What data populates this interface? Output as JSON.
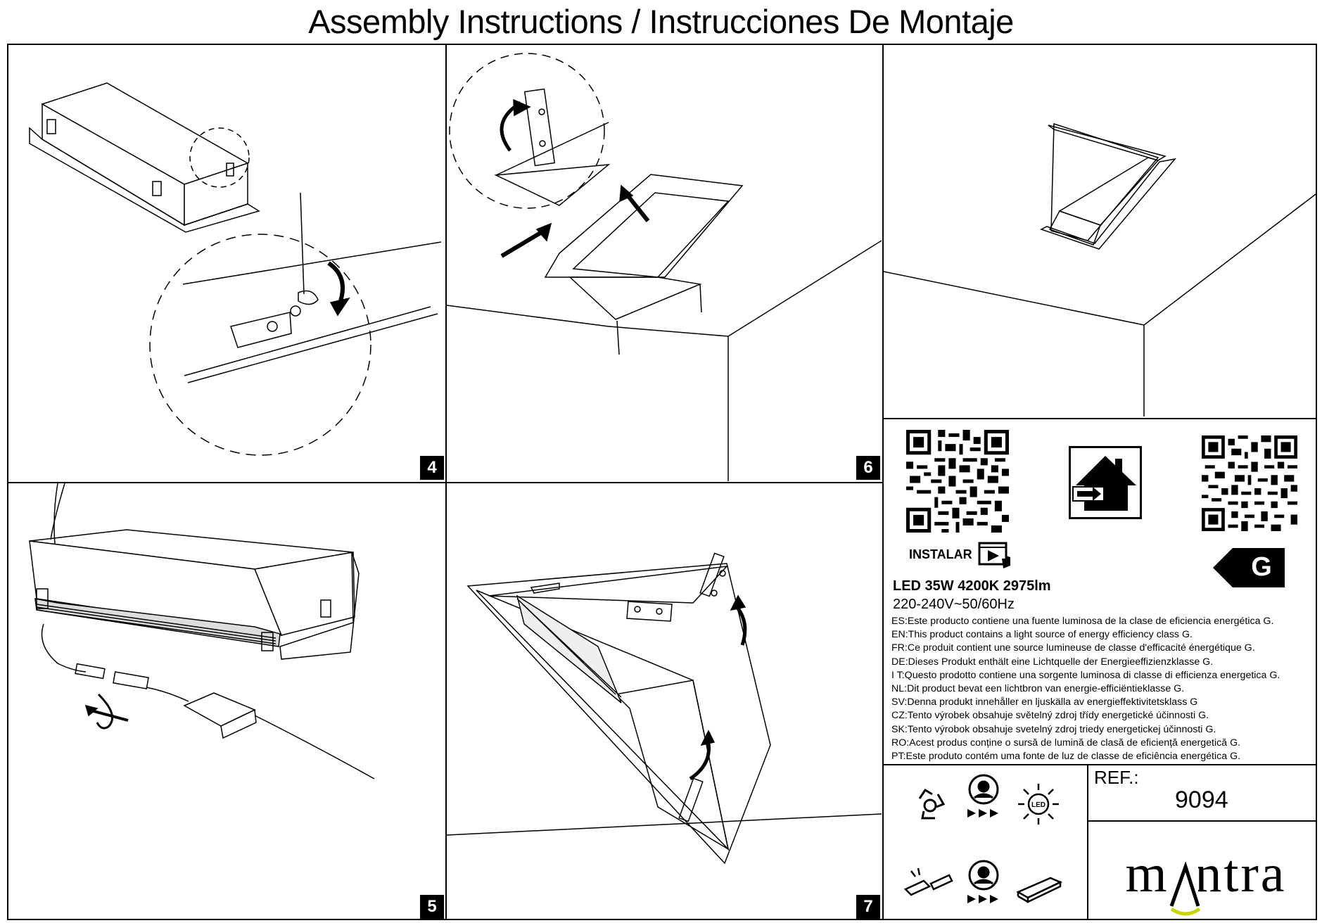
{
  "title": "Assembly Instructions / Instrucciones De Montaje",
  "steps": {
    "s4": "4",
    "s5": "5",
    "s6": "6",
    "s7": "7"
  },
  "install": {
    "label": "INSTALAR"
  },
  "energy": {
    "class": "G"
  },
  "specs": {
    "line1": "LED 35W 4200K 2975lm",
    "line2": "220-240V~50/60Hz"
  },
  "languages": [
    "ES:Este producto contiene una fuente luminosa de la clase de eficiencia energética G.",
    "EN:This product contains a light source of energy efficiency class G.",
    "FR:Ce produit contient une source lumineuse de classe d'efficacité énergétique G.",
    "DE:Dieses Produkt enthält eine Lichtquelle der Energieeffizienzklasse G.",
    "I T:Questo prodotto contiene una sorgente luminosa di classe di efficienza energetica G.",
    "NL:Dit product bevat een lichtbron van energie-efficiëntieklasse G.",
    "SV:Denna produkt innehåller en ljuskälla av energieffektivitetsklass G",
    "CZ:Tento výrobek obsahuje světelný zdroj třídy energetické účinnosti G.",
    "SK:Tento výrobok obsahuje svetelný zdroj triedy energetickej účinnosti G.",
    "RO:Acest produs conține o sursă de lumină de clasă de eficiență energetică G.",
    "PT:Este produto contém uma fonte de luz de classe de eficiência energética G."
  ],
  "ref": {
    "label": "REF.:",
    "value": "9094"
  },
  "brand": {
    "name": "mantra",
    "accent_color": "#c8d400"
  },
  "icons": [
    "qr-code-icon",
    "house-arrow-icon",
    "energy-label-icon",
    "recycle-icon",
    "installer-icon",
    "led-icon",
    "connector-icon",
    "driver-icon",
    "video-icon"
  ]
}
